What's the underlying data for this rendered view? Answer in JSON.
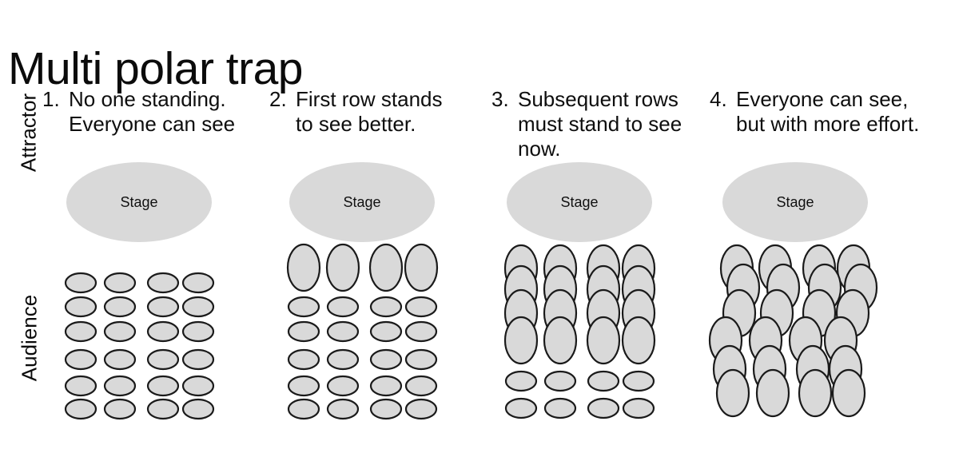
{
  "title": "Multi polar trap",
  "axis_labels": {
    "attractor": "Attractor",
    "audience": "Audience"
  },
  "stage_label": "Stage",
  "colors": {
    "background": "#ffffff",
    "shape_fill": "#d9d9d9",
    "shape_stroke": "#1a1a1a",
    "text": "#111111"
  },
  "panels": [
    {
      "number": "1.",
      "lines": [
        "No one standing.",
        "Everyone can see"
      ],
      "rows": [
        "sit",
        "sit",
        "sit",
        "sit",
        "sit",
        "sit"
      ]
    },
    {
      "number": "2.",
      "lines": [
        "First row stands",
        "to see better."
      ],
      "rows": [
        "stand",
        "sit",
        "sit",
        "sit",
        "sit",
        "sit"
      ]
    },
    {
      "number": "3.",
      "lines": [
        "Subsequent rows",
        "must stand to see",
        "now."
      ],
      "rows": [
        "stand",
        "stand",
        "stand",
        "stand",
        "sit",
        "sit"
      ]
    },
    {
      "number": "4.",
      "lines": [
        "Everyone can see,",
        "but with more effort."
      ],
      "rows": [
        "stand",
        "stand",
        "stand",
        "stand",
        "stand",
        "stand"
      ]
    }
  ]
}
